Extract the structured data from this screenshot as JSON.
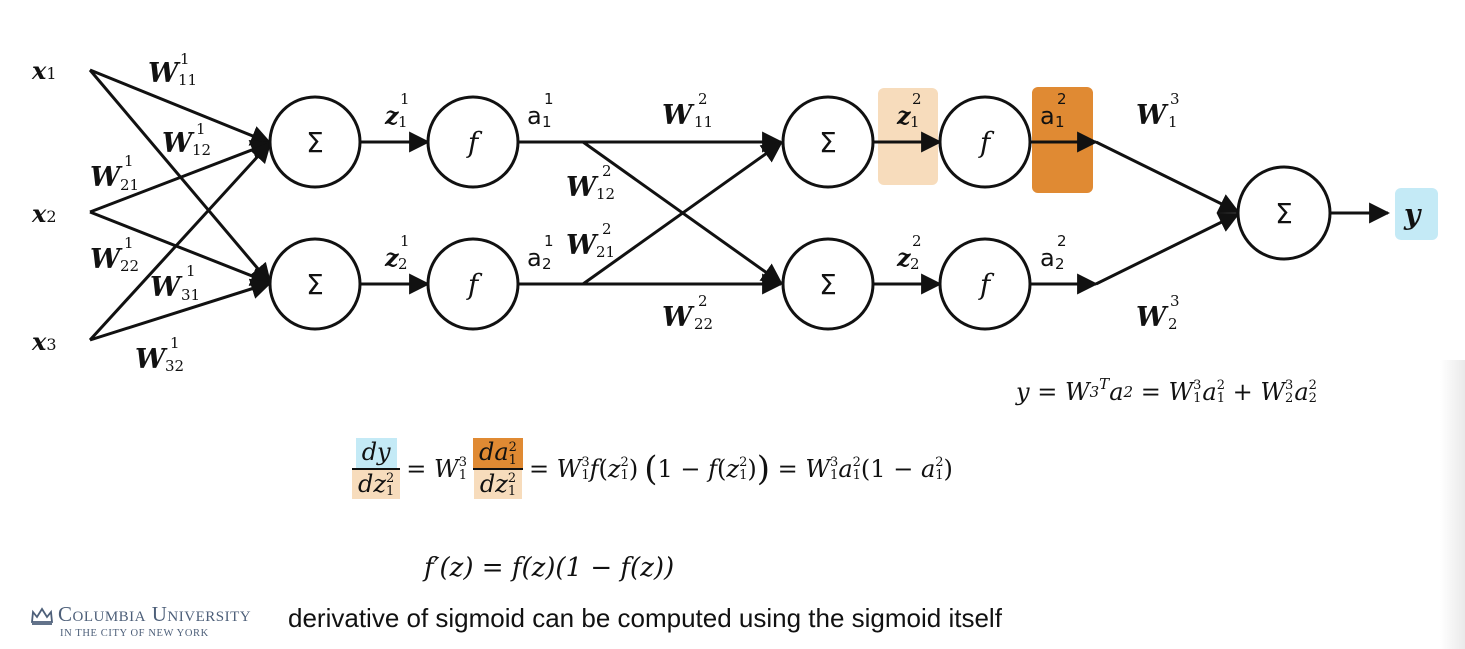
{
  "diagram": {
    "inputs": [
      {
        "name": "x",
        "sub": "1"
      },
      {
        "name": "x",
        "sub": "2"
      },
      {
        "name": "x",
        "sub": "3"
      }
    ],
    "layer1_weights": [
      {
        "sup": "1",
        "sub": "11"
      },
      {
        "sup": "1",
        "sub": "12"
      },
      {
        "sup": "1",
        "sub": "21"
      },
      {
        "sup": "1",
        "sub": "22"
      },
      {
        "sup": "1",
        "sub": "31"
      },
      {
        "sup": "1",
        "sub": "32"
      }
    ],
    "layer2_weights": [
      {
        "sup": "2",
        "sub": "11"
      },
      {
        "sup": "2",
        "sub": "12"
      },
      {
        "sup": "2",
        "sub": "21"
      },
      {
        "sup": "2",
        "sub": "22"
      }
    ],
    "layer3_weights": [
      {
        "sup": "3",
        "sub": "1"
      },
      {
        "sup": "3",
        "sub": "2"
      }
    ],
    "weight_symbol": "W",
    "sum_symbol": "Σ",
    "activation_symbol": "f",
    "z_labels": [
      {
        "name": "z",
        "sup": "1",
        "sub": "1"
      },
      {
        "name": "z",
        "sup": "1",
        "sub": "2"
      },
      {
        "name": "z",
        "sup": "2",
        "sub": "1"
      },
      {
        "name": "z",
        "sup": "2",
        "sub": "2"
      }
    ],
    "a_labels": [
      {
        "name": "a",
        "sup": "1",
        "sub": "1"
      },
      {
        "name": "a",
        "sup": "1",
        "sub": "2"
      },
      {
        "name": "a",
        "sup": "2",
        "sub": "1"
      },
      {
        "name": "a",
        "sup": "2",
        "sub": "2"
      }
    ],
    "output": "y",
    "colors": {
      "highlight_blue": "#c4eaf6",
      "highlight_peach": "#f7dcbc",
      "highlight_orange": "#e08a33",
      "stroke": "#111111",
      "logo_blue": "#4d5f79"
    }
  },
  "equations": {
    "eq1": {
      "y": "y",
      "eq": "=",
      "W": "W",
      "sup3": "3",
      "T": "T",
      "a": "a",
      "sup2": "2",
      "plus": "+",
      "sub1": "1",
      "sub2": "2"
    },
    "eq2": {
      "dy": "dy",
      "dz": "dz",
      "da": "da",
      "f": "f",
      "one": "1",
      "minus": "−",
      "lp": "(",
      "rp": ")",
      "eq": "="
    },
    "eq3": "f′(z) = f(z)(1 − f(z))"
  },
  "footer": {
    "university": "Columbia University",
    "location": "in the city of New York",
    "caption": "derivative of sigmoid can be computed using the sigmoid itself"
  }
}
